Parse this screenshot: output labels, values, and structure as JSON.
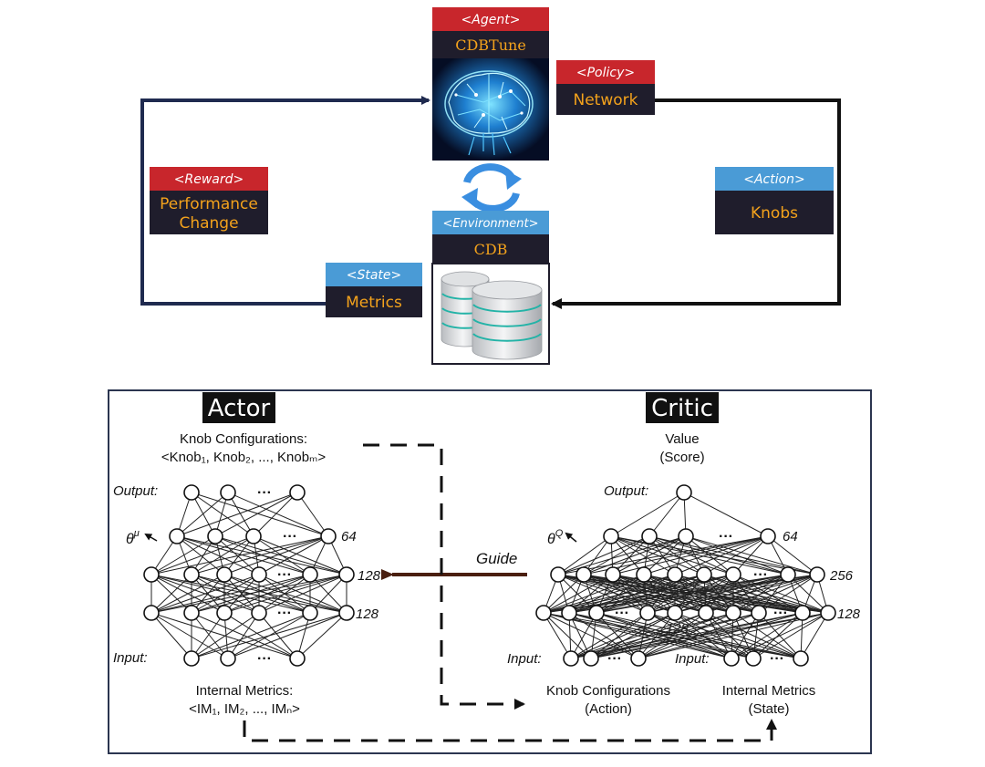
{
  "top": {
    "agent_tag": "<Agent>",
    "agent_name": "CDBTune",
    "policy_tag": "<Policy>",
    "policy_name": "Network",
    "reward_tag": "<Reward>",
    "reward_line1": "Performance",
    "reward_line2": "Change",
    "action_tag": "<Action>",
    "action_name": "Knobs",
    "environment_tag": "<Environment>",
    "environment_name": "CDB",
    "state_tag": "<State>",
    "state_name": "Metrics"
  },
  "actor": {
    "title": "Actor",
    "output_line1": "Knob Configurations:",
    "output_line2": "<Knob₁, Knob₂, ..., Knobₘ>",
    "output_label": "Output:",
    "input_label": "Input:",
    "theta": "θ",
    "theta_sup": "μ",
    "layer1_size": "64",
    "layer2_size": "128",
    "layer3_size": "128",
    "ellipsis": "···",
    "input_line1": "Internal Metrics:",
    "input_line2": "<IM₁, IM₂, ..., IMₙ>"
  },
  "guide_label": "Guide",
  "critic": {
    "title": "Critic",
    "value_line1": "Value",
    "value_line2": "(Score)",
    "output_label": "Output:",
    "input_label_left": "Input:",
    "input_label_right": "Input:",
    "theta": "θ",
    "theta_sup": "Q",
    "layer1_size": "64",
    "layer2_size": "256",
    "layer3_left_size": "128",
    "layer3_right_size": "128",
    "ellipsis": "···",
    "action_line1": "Knob Configurations",
    "action_line2": "(Action)",
    "state_line1": "Internal Metrics",
    "state_line2": "(State)"
  },
  "colors": {
    "tag_red": "#c8262c",
    "tag_blue": "#4a9bd6",
    "box_dark": "#1f1d2c",
    "label_orange": "#f3a21c",
    "arrow_navy": "#1f2a4f",
    "arrow_black": "#111111",
    "guide_arrow": "#4a1f10"
  }
}
